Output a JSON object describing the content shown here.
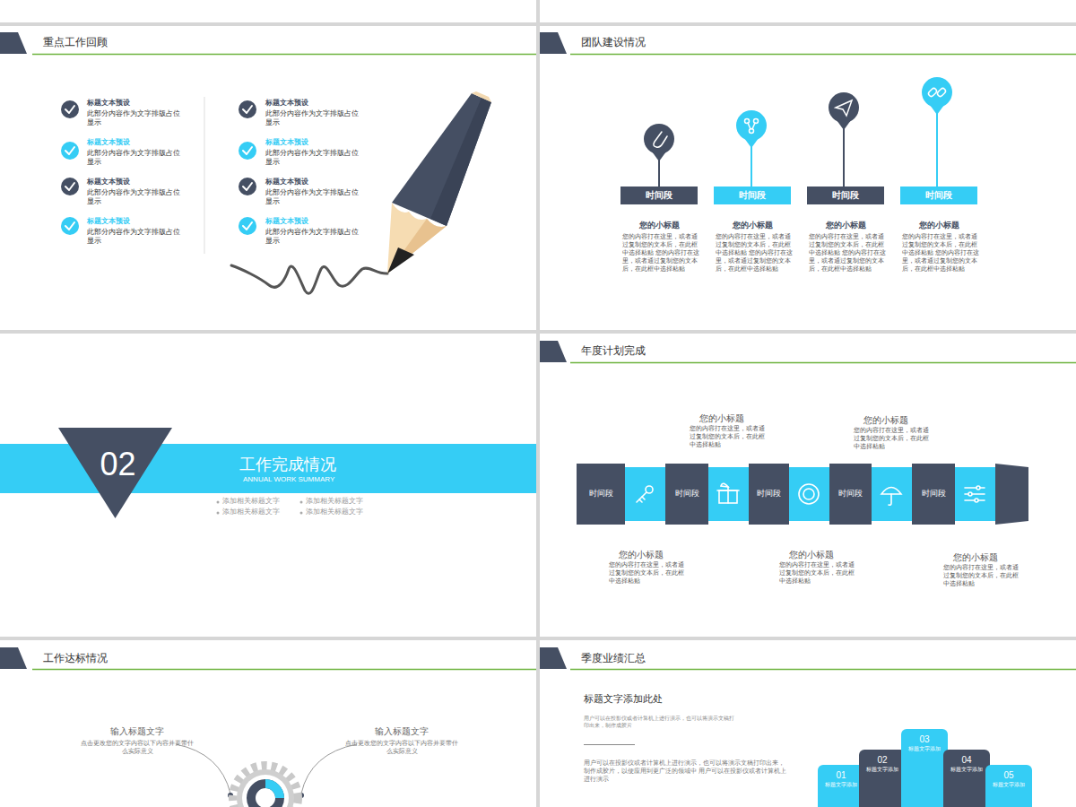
{
  "diagram": {
    "nodes": [
      {
        "text": [
          "时间段"
        ]
      },
      {
        "text": [
          "时间段"
        ]
      },
      {
        "text": [
          "时间段"
        ]
      },
      {
        "text": [
          "时间段"
        ]
      },
      {
        "text": [
          "02"
        ]
      },
      {
        "text": [
          "工作完成情况",
          "ANNUAL WORK SUMMARY"
        ]
      },
      {
        "text": [
          "时间段"
        ]
      },
      {
        "text": [
          "时间段"
        ]
      },
      {
        "text": [
          "时间段"
        ]
      },
      {
        "text": [
          "时间段"
        ]
      },
      {
        "text": [
          "时间段"
        ]
      },
      {
        "text": [
          "01",
          "标题文字添加"
        ]
      },
      {
        "text": [
          "02",
          "标题文字添加"
        ]
      },
      {
        "text": [
          "03",
          "标题文字添加"
        ]
      },
      {
        "text": [
          "04",
          "标题文字添加"
        ]
      },
      {
        "text": [
          "05",
          "标题文字添加"
        ]
      }
    ],
    "labels": [
      "重点工作回顾",
      "标题文本预设",
      "此部分内容作为文字排版占位显示",
      "标题文本预设",
      "此部分内容作为文字排版占位显示",
      "标题文本预设",
      "此部分内容作为文字排版占位显示",
      "标题文本预设",
      "此部分内容作为文字排版占位显示",
      "标题文本预设",
      "此部分内容作为文字排版占位显示",
      "标题文本预设",
      "此部分内容作为文字排版占位显示",
      "标题文本预设",
      "此部分内容作为文字排版占位显示",
      "标题文本预设",
      "此部分内容作为文字排版占位显示",
      "团队建设情况",
      "您的小标题",
      "您的内容打在这里，或者通过复制您的文本后，在此框中选择粘贴 您的内容打在这里，或者通过复制您的文本后，在此框中选择粘贴",
      "您的小标题",
      "您的内容打在这里，或者通过复制您的文本后，在此框中选择粘贴 您的内容打在这里，或者通过复制您的文本后，在此框中选择粘贴",
      "您的小标题",
      "您的内容打在这里，或者通过复制您的文本后，在此框中选择粘贴 您的内容打在这里，或者通过复制您的文本后，在此框中选择粘贴",
      "您的小标题",
      "您的内容打在这里，或者通过复制您的文本后，在此框中选择粘贴 您的内容打在这里，或者通过复制您的文本后，在此框中选择粘贴",
      "添加相关标题文字",
      "添加相关标题文字",
      "添加相关标题文字",
      "添加相关标题文字",
      "年度计划完成",
      "您的小标题",
      "您的内容打在这里，或者通过复制您的文本后，在此框中选择粘贴",
      "您的小标题",
      "您的内容打在这里，或者通过复制您的文本后，在此框中选择粘贴",
      "您的小标题",
      "您的内容打在这里，或者通过复制您的文本后，在此框中选择粘贴",
      "您的小标题",
      "您的内容打在这里，或者通过复制您的文本后，在此框中选择粘贴",
      "您的小标题",
      "您的内容打在这里，或者通过复制您的文本后，在此框中选择粘贴",
      "工作达标情况",
      "输入标题文字",
      "点击更改您的文字内容以下内容并要带什么实际意义",
      "输入标题文字",
      "点击更改您的文字内容以下内容并要带什么实际意义",
      "季度业绩汇总",
      "标题文字添加此处",
      "用户可以在投影仪或者计算机上进行演示，也可以将演示文稿打印出来，制作成胶片",
      "用户可以在投影仪或者计算机上进行演示，也可以将演示文稿打印出来，制作成胶片，以便应用到更广泛的领域中 用户可以在投影仪或者计算机上进行演示"
    ]
  }
}
